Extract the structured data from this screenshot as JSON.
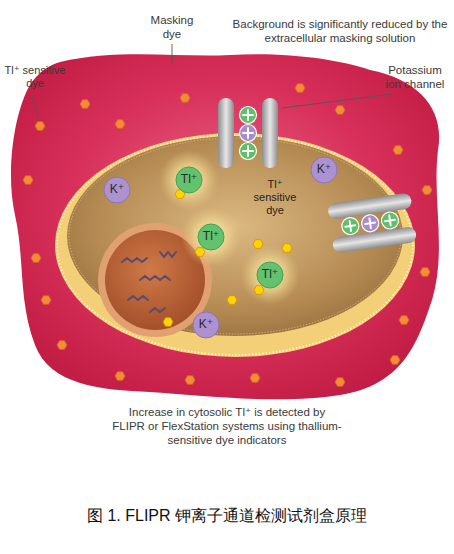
{
  "diagram": {
    "caption": "图 1. FLIPR 钾离子通道检测试剂盒原理",
    "nodes": [
      {
        "text": [
          "K⁺"
        ]
      },
      {
        "text": [
          "Tl⁺"
        ]
      },
      {
        "text": [
          "K⁺"
        ]
      },
      {
        "text": [
          "Tl⁺"
        ]
      },
      {
        "text": [
          "Tl⁺"
        ]
      },
      {
        "text": [
          "K⁺"
        ]
      }
    ],
    "labels": [
      "Masking dye",
      "Background is significantly reduced by the extracellular masking solution",
      "Tl⁺ sensitive dye",
      "Potassium ion channel",
      "Tl⁺ sensitive dye",
      "Increase in cytosolic Tl⁺ is detected by FLIPR or FlexStation systems using thallium-sensitive dye indicators"
    ]
  }
}
